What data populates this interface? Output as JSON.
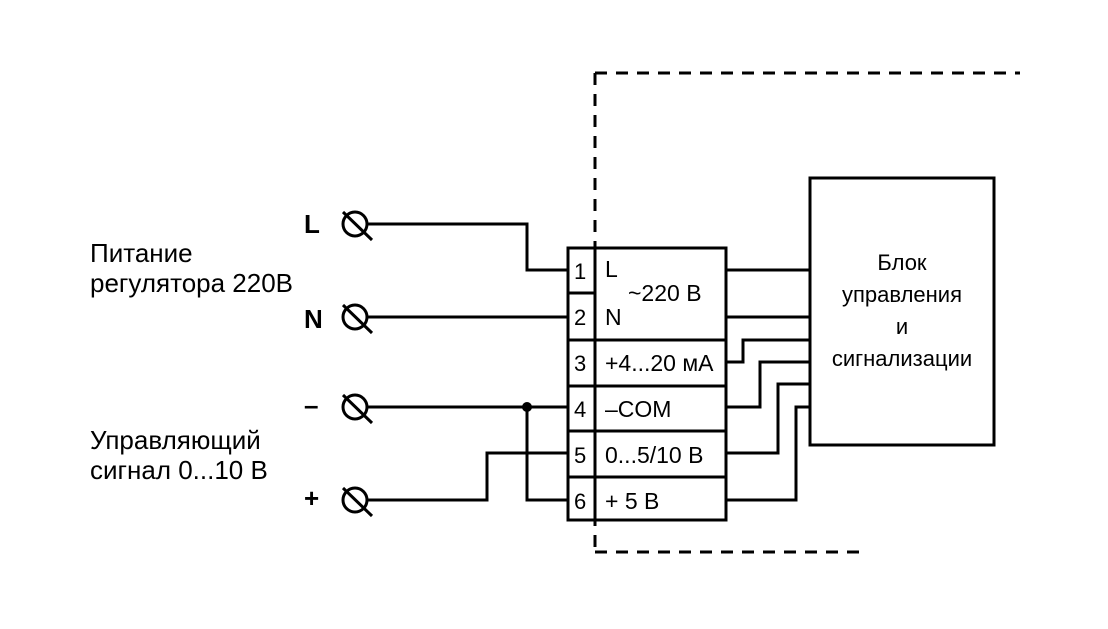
{
  "left_labels": {
    "power_line1": "Питание",
    "power_line2": "регулятора 220В",
    "control_line1": "Управляющий",
    "control_line2": "сигнал 0...10 В"
  },
  "terminals": [
    {
      "symbol": "L"
    },
    {
      "symbol": "N"
    },
    {
      "symbol": "–"
    },
    {
      "symbol": "+"
    }
  ],
  "connector": {
    "pins": [
      "1",
      "2",
      "3",
      "4",
      "5",
      "6"
    ],
    "row1_letter": "L",
    "row2_letter": "N",
    "ac_label": "~220 В",
    "row3": "+4...20 мА",
    "row4": "–COM",
    "row5": "0...5/10 В",
    "row6": "+  5 В"
  },
  "block": {
    "line1": "Блок",
    "line2": "управления",
    "line3": "и",
    "line4": "сигнализации"
  }
}
